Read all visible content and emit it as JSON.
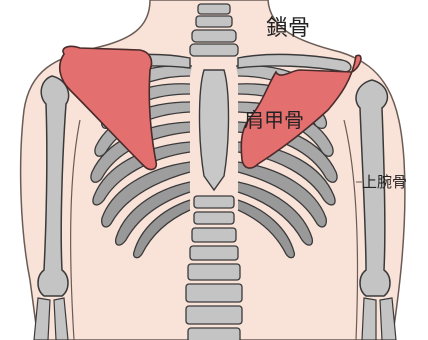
{
  "labels": {
    "clavicle": "鎖骨",
    "scapula": "肩甲骨",
    "humerus": "上腕骨"
  },
  "colors": {
    "skin": "#f9e2d8",
    "skin_outline": "#6b5b55",
    "bone": "#9d9d9d",
    "bone_light": "#c4c4c4",
    "bone_outline": "#3a3a3a",
    "scapula_fill": "#e46f6f",
    "scapula_outline": "#4a2a2a"
  }
}
